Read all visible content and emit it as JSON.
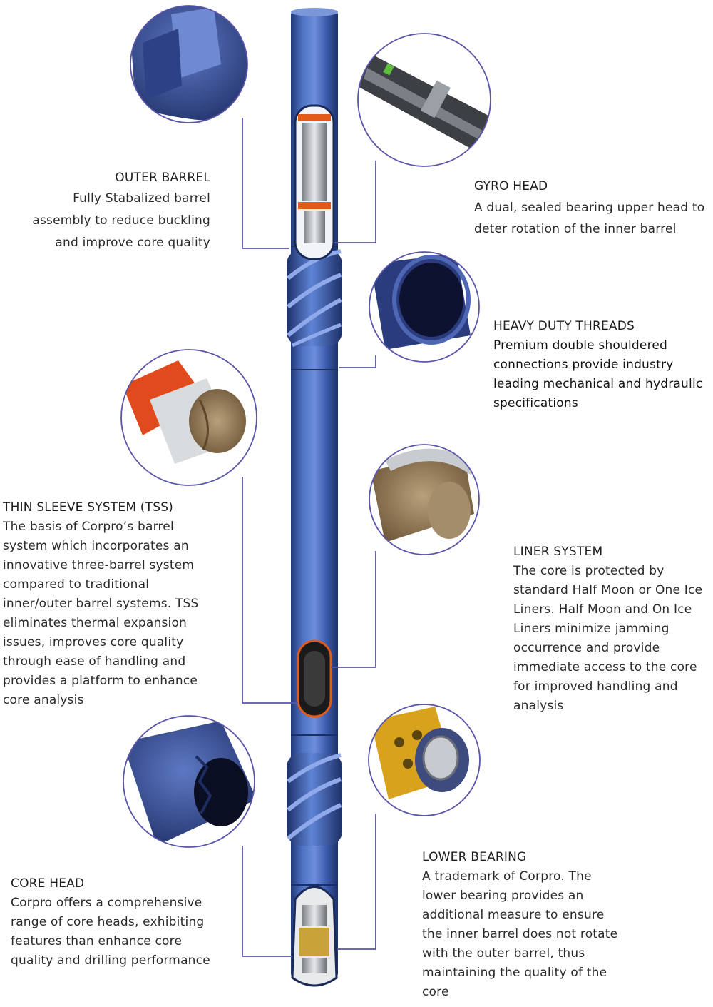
{
  "colors": {
    "tool_blue": "#3f5fae",
    "tool_dark": "#233a7a",
    "leader_line": "#5a55a8",
    "text": "#2a2a2a",
    "accent_orange": "#e05a1a",
    "accent_gold": "#d9a21c"
  },
  "callouts": {
    "outer_barrel": {
      "title": "OUTER BARREL",
      "body": "Fully Stabalized barrel assembly to reduce buckling and improve core quality"
    },
    "gyro_head": {
      "title": "GYRO HEAD",
      "body": "A dual, sealed bearing upper head to deter rotation of the inner barrel"
    },
    "heavy_duty_threads": {
      "title": "HEAVY DUTY THREADS",
      "body": "Premium double shouldered connections provide industry leading mechanical and hydraulic specifications"
    },
    "thin_sleeve_system": {
      "title": "THIN SLEEVE SYSTEM (TSS)",
      "body": "The basis of Corpro’s barrel system which incorporates an innovative three-barrel system compared to traditional inner/outer barrel systems. TSS eliminates thermal expansion issues, improves core quality through ease of handling and provides a platform to enhance core analysis"
    },
    "liner_system": {
      "title": "LINER SYSTEM",
      "body": "The core is protected by standard Half Moon or One Ice Liners. Half Moon and On Ice Liners minimize jamming occurrence and provide immediate access to the core for improved handling and analysis"
    },
    "core_head": {
      "title": "CORE HEAD",
      "body": "Corpro offers a comprehensive range of core heads, exhibiting features than enhance core quality and drilling performance"
    },
    "lower_bearing": {
      "title": "LOWER BEARING",
      "body": "A trademark of Corpro. The lower bearing provides an additional measure to ensure the inner barrel does not rotate with the outer barrel, thus maintaining the quality of the core"
    }
  }
}
